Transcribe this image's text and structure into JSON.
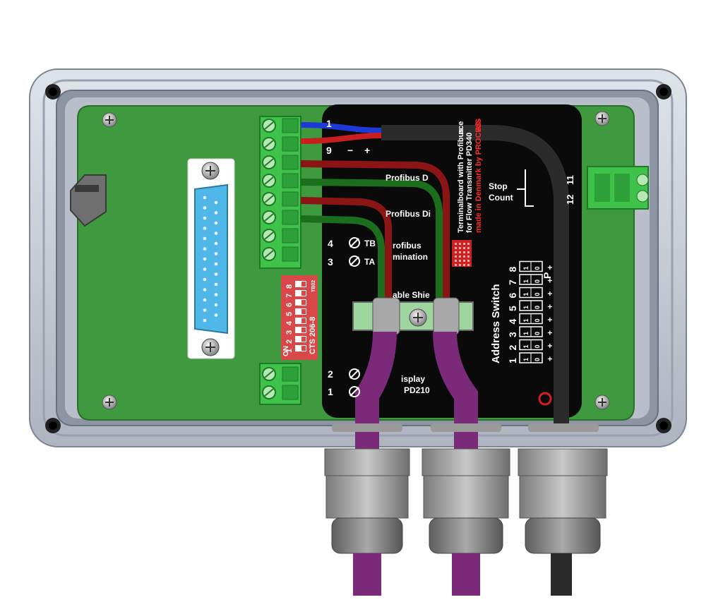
{
  "terminal_labels": {
    "t9": "9",
    "t10": "1",
    "t4": "4",
    "t3": "3",
    "t2": "2",
    "t1": "1",
    "profibus_d_a": "Profibus D",
    "profibus_d_b": "Profibus Di",
    "profibus_term_1": "rofibus",
    "profibus_term_2": "mination",
    "ta": "TA",
    "tb": "TB",
    "cable_shield": "able Shie",
    "display_1": "isplay",
    "display_2": "PD210",
    "stop": "Stop",
    "count": "Count",
    "t12": "12",
    "t11": "11",
    "plus": "+",
    "minus": "−"
  },
  "board_text": {
    "line1": "Terminalboard with Profibus",
    "line1_suffix": "ace",
    "line2": "for Flow Transmitter PD340",
    "line3": "made in Denmark by PROCES-",
    "line3_suffix": "A/S"
  },
  "address_switch": {
    "title": "Address Switch",
    "positions": [
      "1",
      "2",
      "3",
      "4",
      "5",
      "6",
      "7",
      "8"
    ],
    "p_label": "P"
  },
  "dip_switch": {
    "numbers": [
      "1",
      "2",
      "3",
      "4",
      "5",
      "6",
      "7",
      "8"
    ],
    "model": "CTS 206-8",
    "on_label": "ON",
    "tag": "TB02"
  },
  "colors": {
    "enclosure": "#c9ced8",
    "pcb": "#3f9a3f",
    "panel": "#0a0a0a",
    "connector": "#3fc24a",
    "cable_purple": "#7a2a78",
    "cable_black": "#2b2b2b",
    "wire_red": "#c81e1e",
    "wire_blue": "#1e3ad6",
    "wire_green": "#1b7a1b",
    "dsub": "#4fb8e8",
    "dip": "#d94848"
  }
}
